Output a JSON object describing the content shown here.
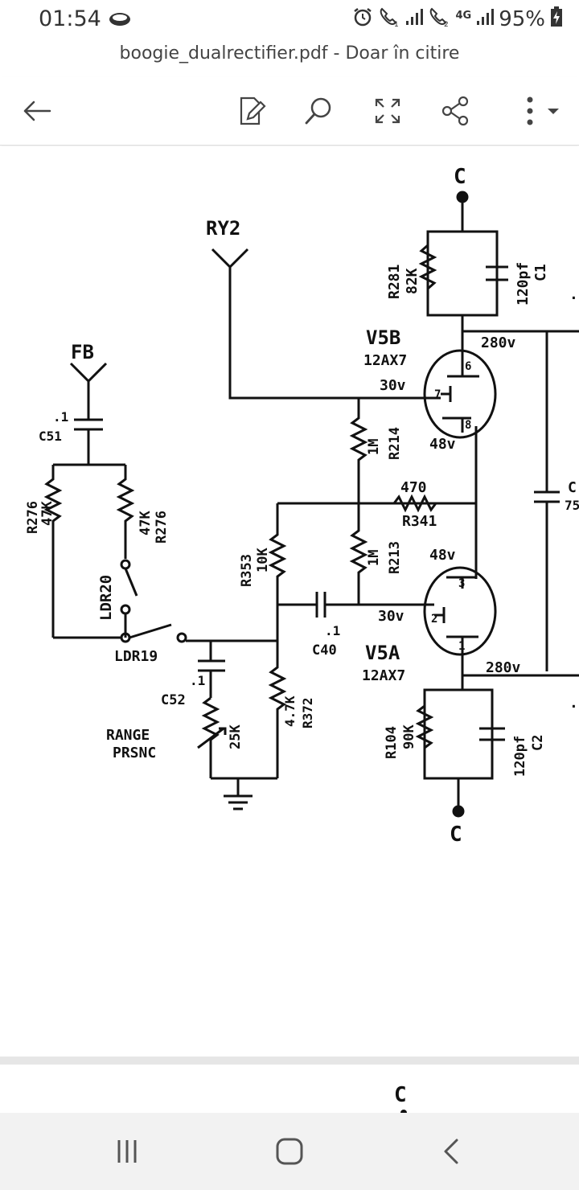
{
  "status_bar": {
    "time": "01:54",
    "network_type": "4G",
    "battery": "95%",
    "icons": [
      "cloud-icon",
      "alarm-icon",
      "call-sim1-icon",
      "signal-icon",
      "call-sim2-icon",
      "signal-icon",
      "battery-charging-icon"
    ]
  },
  "document": {
    "title": "boogie_dualrectifier.pdf - Doar în citire"
  },
  "toolbar": {
    "icons": [
      "back-arrow-icon",
      "edit-pdf-icon",
      "search-icon",
      "fullscreen-icon",
      "share-icon",
      "more-options-icon"
    ]
  },
  "schematic": {
    "labels": {
      "c_top": "C",
      "ry2": "RY2",
      "r281": "R281",
      "r281_val": "82K",
      "c1_val": "120pf",
      "c1": "C1",
      "v5b": "V5B",
      "v5b_type": "12AX7",
      "v280_top": "280v",
      "v30_top": "30v",
      "v48_top": "48v",
      "pin6": "6",
      "pin7": "7",
      "pin8": "8",
      "fb": "FB",
      "c51_val": ".1",
      "c51": "C51",
      "r276": "R276",
      "r276_val": "47K",
      "r276b_val": "47K",
      "r276b": "R276",
      "ldr20": "LDR20",
      "ldr19": "LDR19",
      "r214_val": "1M",
      "r214": "R214",
      "r341_val": "470",
      "r341": "R341",
      "c75": "C",
      "c75_val": "75",
      "r353": "R353",
      "r353_val": "10K",
      "r213_val": "1M",
      "r213": "R213",
      "v48_bot": "48v",
      "pin3": "3",
      "pin2": "2",
      "pin1": "1",
      "v30_bot": "30v",
      "c40_val": ".1",
      "c40": "C40",
      "v5a": "V5A",
      "v5a_type": "12AX7",
      "v280_bot": "280v",
      "c52_val": ".1",
      "c52": "C52",
      "r372_val": "4.7K",
      "r372": "R372",
      "range": "RANGE",
      "presnc": "PRSNC",
      "pot_val": "25K",
      "r104": "R104",
      "r104_val": "90K",
      "c2_val": "120pf",
      "c2": "C2",
      "c_bottom": "C",
      "c_right_top": ".C",
      "c_right_bot": ".C",
      "c_page2": "C"
    }
  },
  "nav_bar": {
    "icons": [
      "recent-apps-icon",
      "home-icon",
      "back-icon"
    ]
  }
}
